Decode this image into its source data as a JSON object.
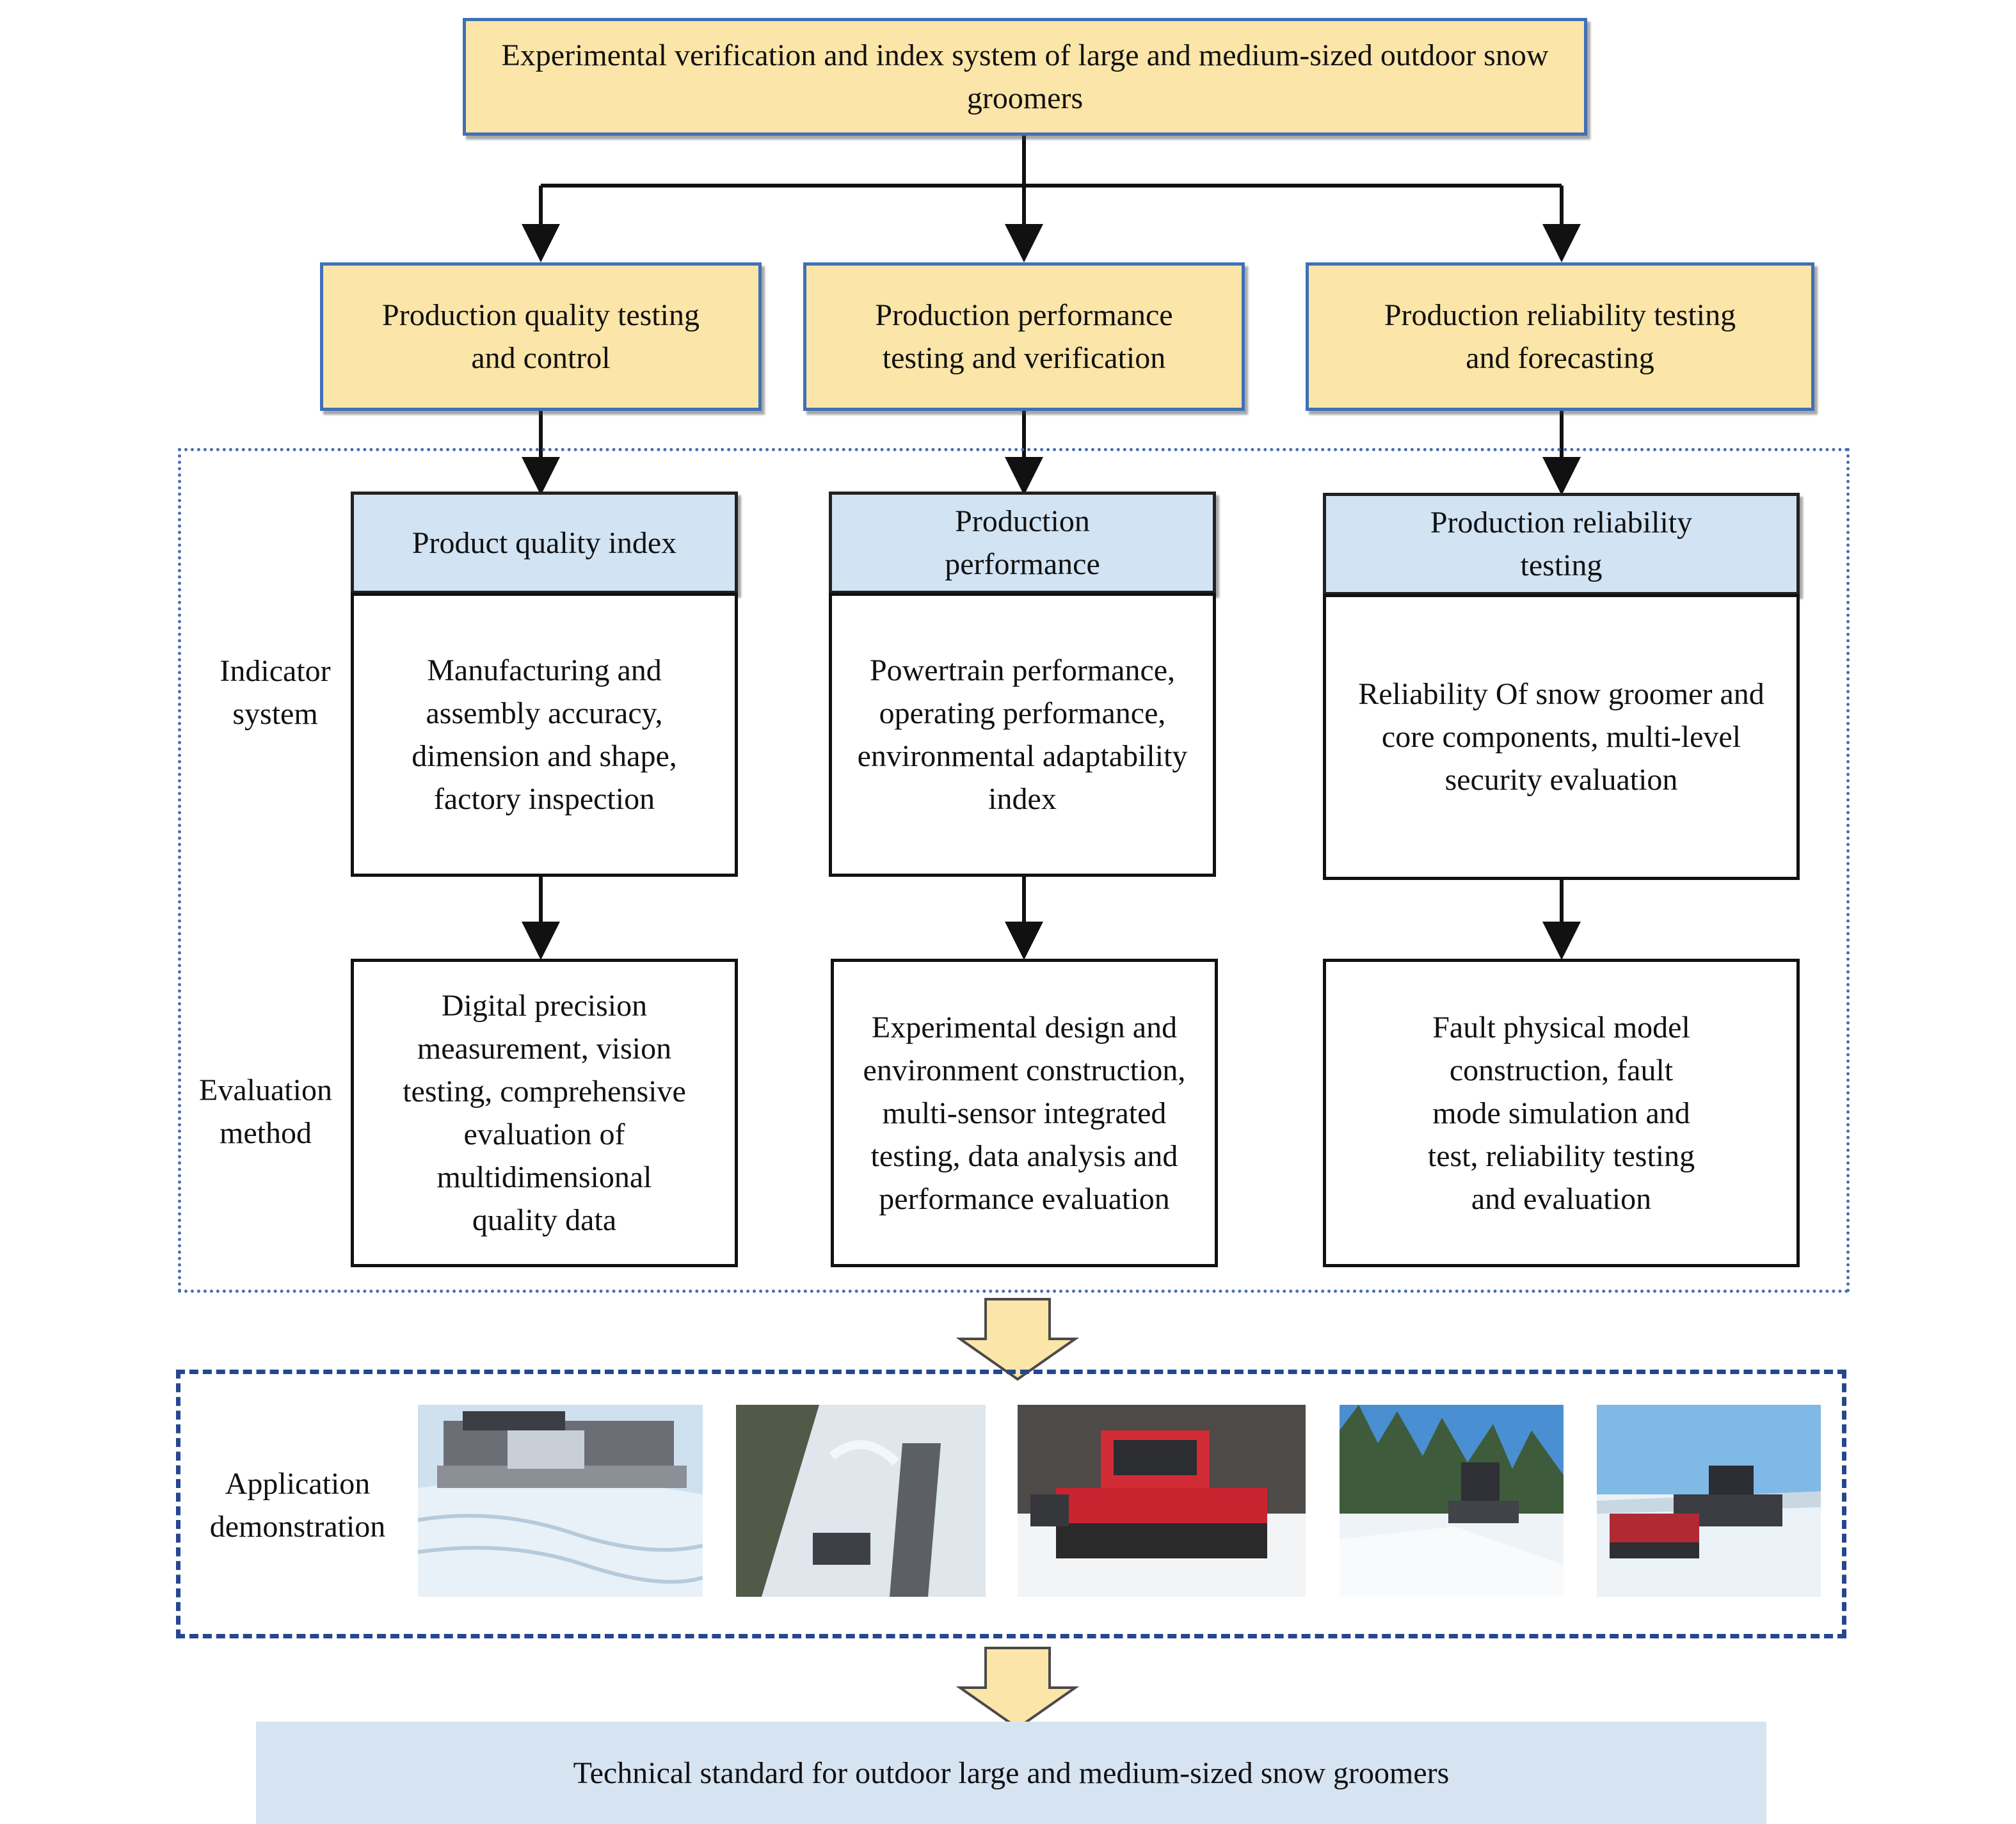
{
  "title": "Experimental verification and index system of large and medium-sized outdoor snow groomers",
  "branches": [
    {
      "category": "Production quality testing and control",
      "index": "Product quality index",
      "indicators": "Manufacturing and assembly accuracy, dimension and shape, factory inspection",
      "method": "Digital precision measurement, vision testing, comprehensive evaluation of multidimensional quality data"
    },
    {
      "category": "Production performance testing and verification",
      "index": "Production performance",
      "indicators": "Powertrain performance, operating performance, environmental adaptability index",
      "method": "Experimental design and environment construction, multi-sensor integrated testing, data analysis and performance evaluation"
    },
    {
      "category": "Production reliability testing and forecasting",
      "index": "Production reliability testing",
      "indicators": "Reliability Of snow groomer and core components, multi-level security evaluation",
      "method": "Fault physical model construction, fault mode simulation and test, reliability testing and evaluation"
    }
  ],
  "row_labels": {
    "indicator": "Indicator system",
    "evaluation": "Evaluation method"
  },
  "application": {
    "label": "Application demonstration",
    "photos": [
      "snow-groomer-tiller-photo",
      "slope-construction-photo",
      "red-snow-groomer-photo",
      "groomer-forest-photo",
      "groomer-slope-photo"
    ]
  },
  "standard": "Technical standard for outdoor large and medium-sized snow groomers",
  "colors": {
    "gold_fill": "#fbe5a8",
    "gold_border": "#3f70b6",
    "index_fill": "#d2e3f3",
    "dotted_border": "#4a6db0",
    "dashed_border": "#24478f",
    "standard_fill": "#d6e4f2"
  }
}
